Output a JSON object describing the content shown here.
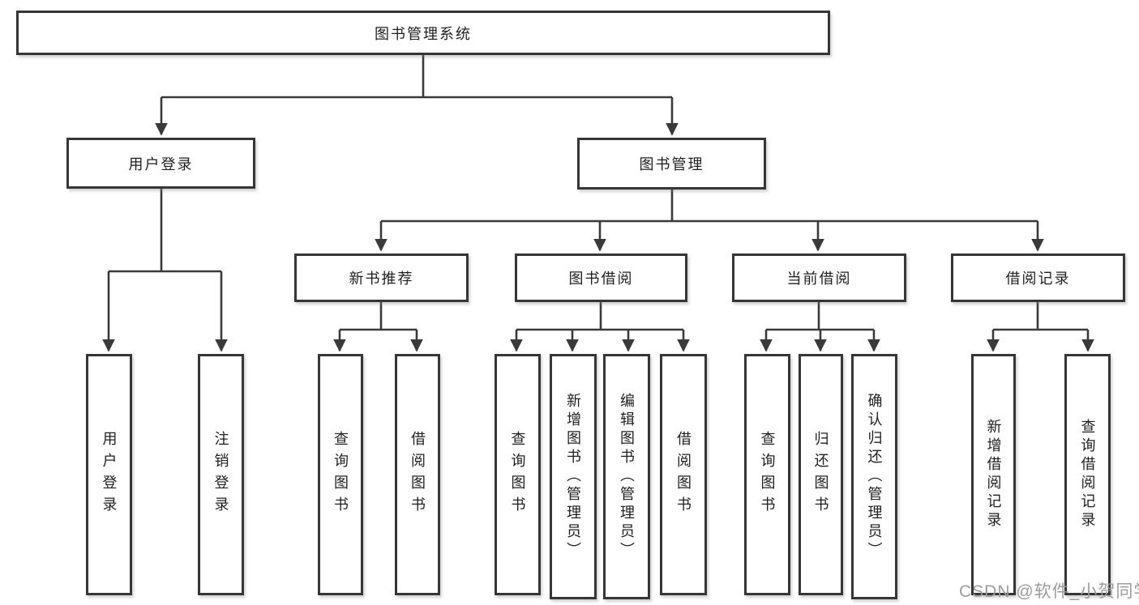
{
  "diagram": {
    "title": "图书管理系统",
    "tree": {
      "root": "图书管理系统",
      "branches": [
        {
          "label": "用户登录",
          "children": [
            "用户登录",
            "注销登录"
          ]
        },
        {
          "label": "图书管理",
          "groups": [
            {
              "label": "新书推荐",
              "children": [
                "查询图书",
                "借阅图书"
              ]
            },
            {
              "label": "图书借阅",
              "children": [
                "查询图书",
                "新增图书（管理员）",
                "编辑图书（管理员）",
                "借阅图书"
              ]
            },
            {
              "label": "当前借阅",
              "children": [
                "查询图书",
                "归还图书",
                "确认归还（管理员）"
              ]
            },
            {
              "label": "借阅记录",
              "children": [
                "新增借阅记录",
                "查询借阅记录"
              ]
            }
          ]
        }
      ]
    },
    "colors": {
      "line": "#3a3a3a",
      "border": "#363636",
      "text": "#1f1f1f",
      "watermark_text": "#9c9c9c",
      "background": "#ffffff"
    }
  },
  "watermark": "CSDN @软件_小贺同学"
}
